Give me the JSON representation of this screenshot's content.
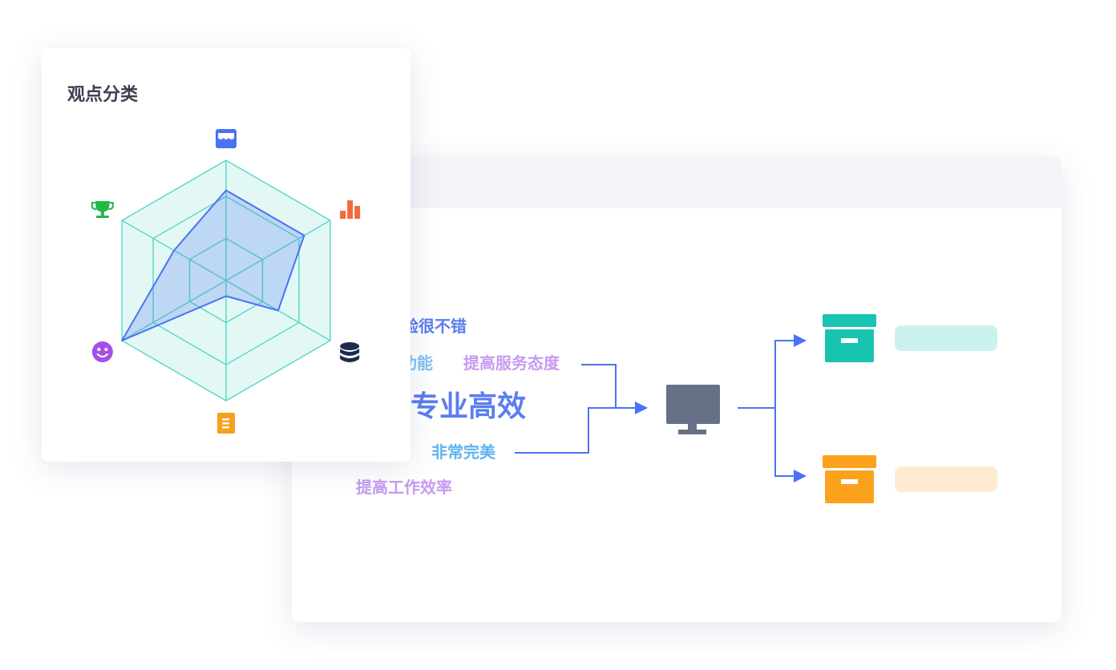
{
  "card": {
    "title": "观点分类"
  },
  "chart_data": {
    "type": "radar",
    "axes": [
      {
        "icon": "store-icon",
        "color": "#4a72f5"
      },
      {
        "icon": "bar-chart-icon",
        "color": "#f26a3d"
      },
      {
        "icon": "database-icon",
        "color": "#1d2c4c"
      },
      {
        "icon": "document-icon",
        "color": "#f7a11a"
      },
      {
        "icon": "smiley-icon",
        "color": "#a64ee6"
      },
      {
        "icon": "trophy-icon",
        "color": "#21b84a"
      }
    ],
    "rings": 4,
    "max": 1,
    "series": [
      {
        "values": [
          0.75,
          0.75,
          0.5,
          0.13,
          1.0,
          0.5
        ],
        "color": "#4a72f5"
      }
    ],
    "grid_colors": [
      "#5bd9c8",
      "#5bd9c8"
    ]
  },
  "flow": {
    "words": [
      {
        "text": "体验很不错",
        "color": "#5b7df0"
      },
      {
        "text": "功能",
        "color": "#7ec0f5"
      },
      {
        "text": "提高服务态度",
        "color": "#c69bf0"
      },
      {
        "text": "专业高效",
        "color": "#5b7df0"
      },
      {
        "text": "非常完美",
        "color": "#5fb3f0"
      },
      {
        "text": "提高工作效率",
        "color": "#c69bf0"
      }
    ],
    "monitor_icon": "monitor-icon",
    "boxes": [
      {
        "icon": "archive-box-icon",
        "color": "#19c3b1",
        "pill_color": "#ccf2ed"
      },
      {
        "icon": "archive-box-icon",
        "color": "#fba21c",
        "pill_color": "#ffead2"
      }
    ],
    "line_color": "#4a72f5",
    "monitor_color": "#667087"
  }
}
